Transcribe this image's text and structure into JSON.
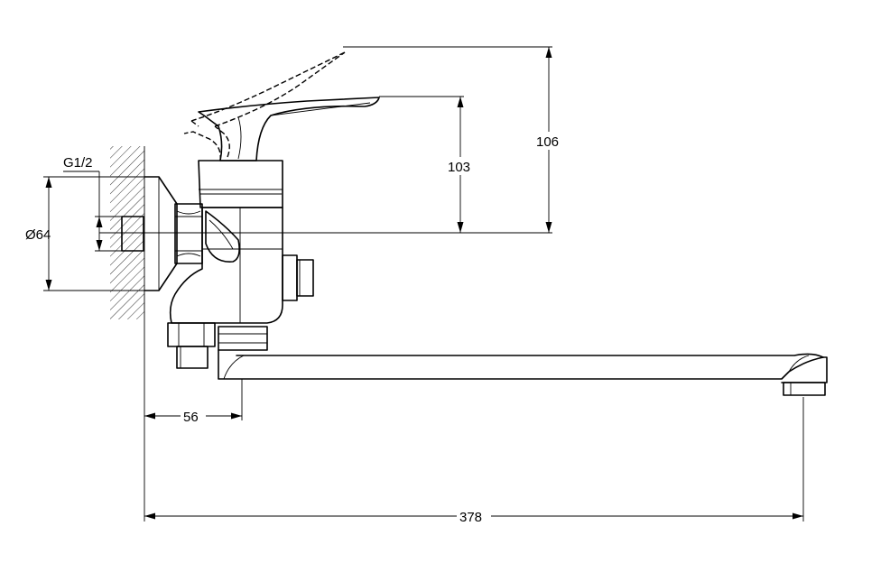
{
  "dimensions": {
    "thread": "G1/2",
    "flange_diameter": "Ø64",
    "handle_height_low": "103",
    "handle_height_high": "106",
    "wall_to_outlet": "56",
    "spout_reach": "378"
  }
}
